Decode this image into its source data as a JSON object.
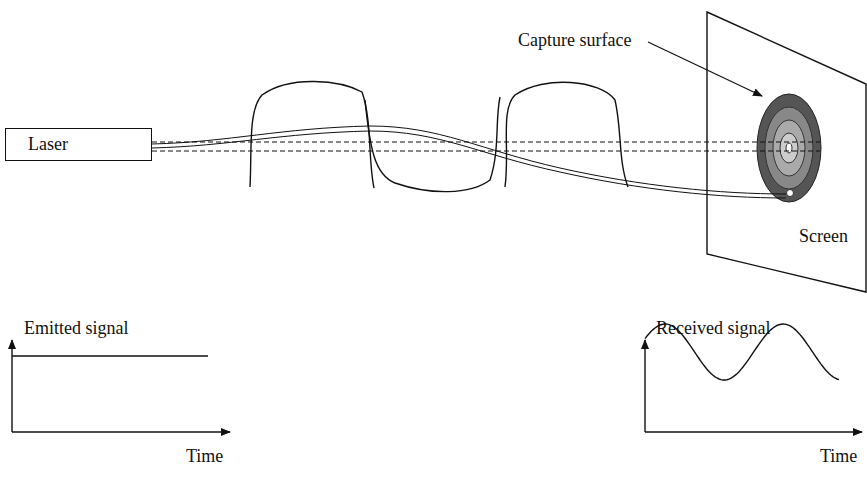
{
  "diagram": {
    "nodes": [
      {
        "text": [
          "Laser"
        ]
      },
      {
        "text": [
          "Screen"
        ]
      }
    ],
    "labels": [
      "Capture surface",
      "Emitted signal",
      "Time",
      "Received signal",
      "Time"
    ]
  }
}
